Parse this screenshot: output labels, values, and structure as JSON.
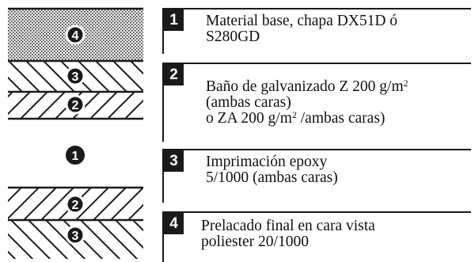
{
  "layer_markers": {
    "top": [
      "4",
      "3",
      "2"
    ],
    "core": "1",
    "bottom": [
      "2",
      "3"
    ]
  },
  "legend": [
    {
      "num": "1",
      "lines": [
        "Material base, chapa DX51D ó",
        "S280GD"
      ]
    },
    {
      "num": "2",
      "lines": [
        "Baño de galvanizado Z 200 g/m",
        "(ambas caras)",
        "o ZA 200 g/m",
        " /ambas caras)"
      ],
      "sup": [
        "2",
        "2"
      ]
    },
    {
      "num": "3",
      "lines": [
        "Imprimación epoxy",
        "5/1000 (ambas caras)"
      ]
    },
    {
      "num": "4",
      "lines": [
        "Prelacado final en cara vista",
        "poliester 20/1000"
      ]
    }
  ],
  "colors": {
    "ink": "#1a1a1a",
    "paper": "#ffffff"
  }
}
